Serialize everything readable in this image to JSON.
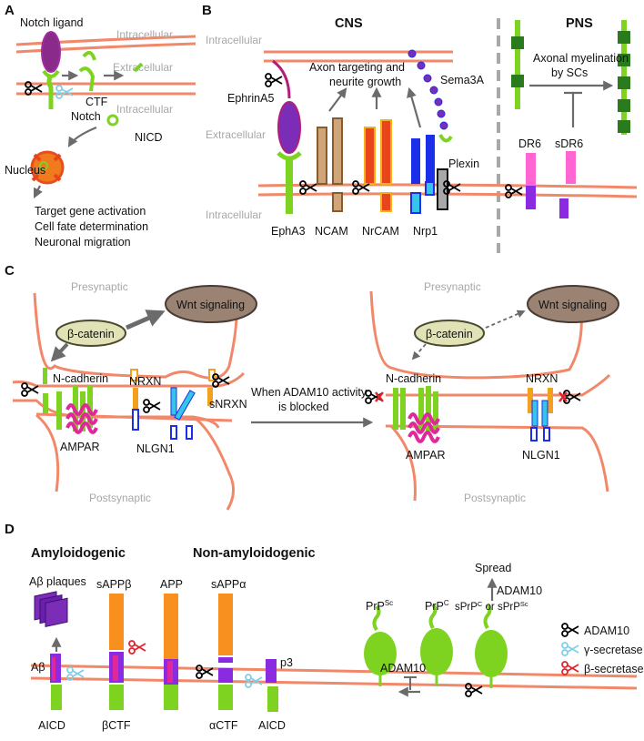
{
  "panels": {
    "a": "A",
    "b": "B",
    "c": "C",
    "d": "D"
  },
  "panel_a": {
    "notch_ligand": "Notch ligand",
    "intracellular_top": "Intracellular",
    "extracellular": "Extracellular",
    "intracellular_bottom": "Intracellular",
    "notch": "Notch",
    "ctf": "CTF",
    "nicd": "NICD",
    "nucleus": "Nucleus",
    "outcomes": [
      "Target gene activation",
      "Cell fate determination",
      "Neuronal migration"
    ]
  },
  "panel_b": {
    "cns": "CNS",
    "pns": "PNS",
    "intracellular_top": "Intracellular",
    "extracellular": "Extracellular",
    "intracellular_bottom": "Intracellular",
    "ephrina5": "EphrinA5",
    "sema3a": "Sema3A",
    "plexin": "Plexin",
    "axon_targeting": [
      "Axon targeting and",
      "neurite growth"
    ],
    "receptors": [
      "EphA3",
      "NCAM",
      "NrCAM",
      "Nrp1"
    ],
    "myelination": [
      "Axonal myelination",
      "by SCs"
    ],
    "dr6": "DR6",
    "sdr6": "sDR6"
  },
  "panel_c": {
    "presynaptic_left": "Presynaptic",
    "presynaptic_right": "Presynaptic",
    "postsynaptic_left": "Postsynaptic",
    "postsynaptic_right": "Postsynaptic",
    "wnt_left": "Wnt signaling",
    "wnt_right": "Wnt signaling",
    "bcat_left": "β-catenin",
    "bcat_right": "β-catenin",
    "ncad_left": "N-cadherin",
    "ncad_right": "N-cadherin",
    "nrxn_left": "NRXN",
    "nrxn_right": "NRXN",
    "snrxn": "sNRXN",
    "ampar_left": "AMPAR",
    "ampar_right": "AMPAR",
    "nlgn1_left": "NLGN1",
    "nlgn1_right": "NLGN1",
    "blocked": [
      "When ADAM10 activity",
      "is blocked"
    ]
  },
  "panel_d": {
    "amyloidogenic": "Amyloidogenic",
    "non_amyloidogenic": "Non-amyloidogenic",
    "abeta_plaques": "Aβ plaques",
    "abeta": "Aβ",
    "aicd_left": "AICD",
    "sappb": "sAPPβ",
    "bctf": "βCTF",
    "app": "APP",
    "sappa": "sAPPα",
    "actf": "αCTF",
    "p3": "p3",
    "aicd_right": "AICD",
    "prp_base": "PrP",
    "prpsc_sup": "Sc",
    "prpc_sup": "C",
    "adam10_inhib": "ADAM10",
    "sprp": [
      "sPrP",
      "C",
      " or sPrP",
      "Sc"
    ],
    "spread": "Spread",
    "adam10_spread": "ADAM10",
    "legend": [
      {
        "label": "ADAM10",
        "color": "#000000"
      },
      {
        "label": "γ-secretase",
        "color": "#7fd0e8"
      },
      {
        "label": "β-secretase",
        "color": "#e3232b"
      }
    ]
  }
}
